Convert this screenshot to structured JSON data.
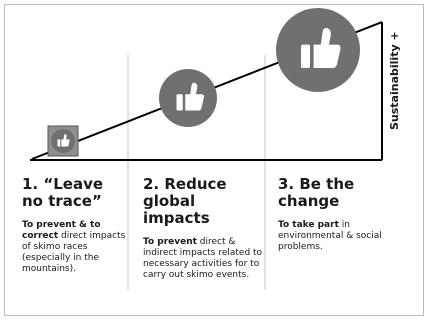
{
  "axis_label": "Sustainability +",
  "colors": {
    "circle": "#707070",
    "box": "#8f8f8f",
    "line": "#000000",
    "divider": "#c4c4c4",
    "icon": "#ffffff"
  },
  "icons": [
    "thumbs-up-icon",
    "thumbs-up-icon",
    "thumbs-up-icon"
  ],
  "columns": [
    {
      "title": "1. “Leave no trace”",
      "desc_bold": "To prevent & to correct",
      "desc_rest": " direct impacts of skimo races (especially in the mountains)."
    },
    {
      "title": "2. Reduce global impacts",
      "desc_bold": "To prevent",
      "desc_rest": " direct & indirect impacts related to necessary activities for to carry out skimo events."
    },
    {
      "title": "3. Be the change",
      "desc_bold": "To take part",
      "desc_rest": " in environmental & social problems."
    }
  ]
}
